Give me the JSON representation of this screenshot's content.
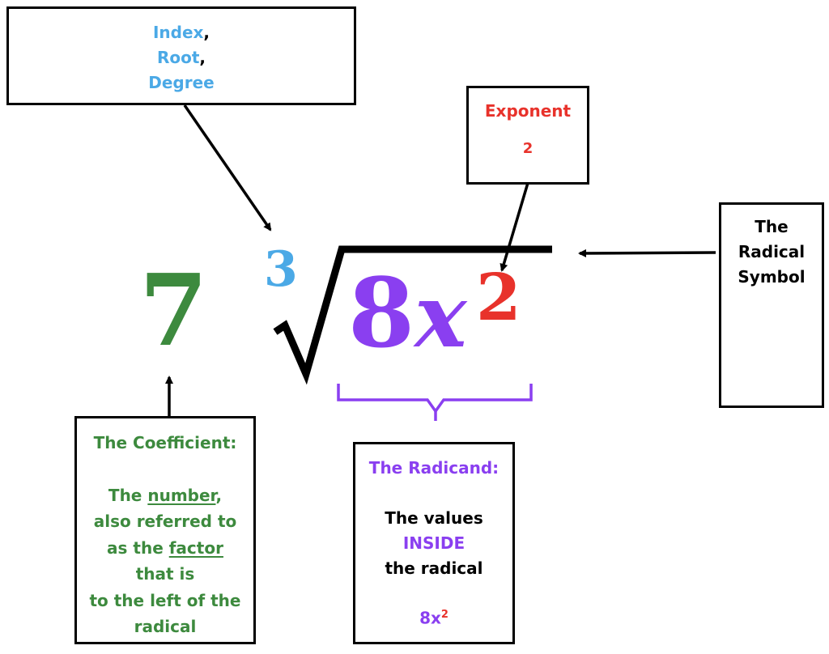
{
  "index_box": {
    "line1": "Index",
    "line2": "Root",
    "line3": "Degree",
    "comma": ","
  },
  "exponent_box": {
    "title": "Exponent",
    "value": "2"
  },
  "radical_box": {
    "line1": "The",
    "line2": "Radical",
    "line3": "Symbol"
  },
  "coefficient_box": {
    "title": "The Coefficient:",
    "line1_pre": "The ",
    "line1_u": "number",
    "line1_post": ",",
    "line2": "also referred to",
    "line3_pre": "as the ",
    "line3_u": "factor",
    "line4": "that is",
    "line5": "to the left of the",
    "line6": "radical"
  },
  "radicand_box": {
    "title": "The Radicand:",
    "line1": "The values",
    "line2": "INSIDE",
    "line3": "the radical",
    "expr_base": "8x",
    "expr_exp": "2"
  },
  "expression": {
    "coefficient": "7",
    "index": "3",
    "radicand_number": "8",
    "radicand_variable": "x",
    "exponent": "2"
  },
  "colors": {
    "index": "#4ba9e6",
    "exponent": "#e8322b",
    "coefficient": "#3d8a3e",
    "radicand": "#8a3ff0"
  }
}
